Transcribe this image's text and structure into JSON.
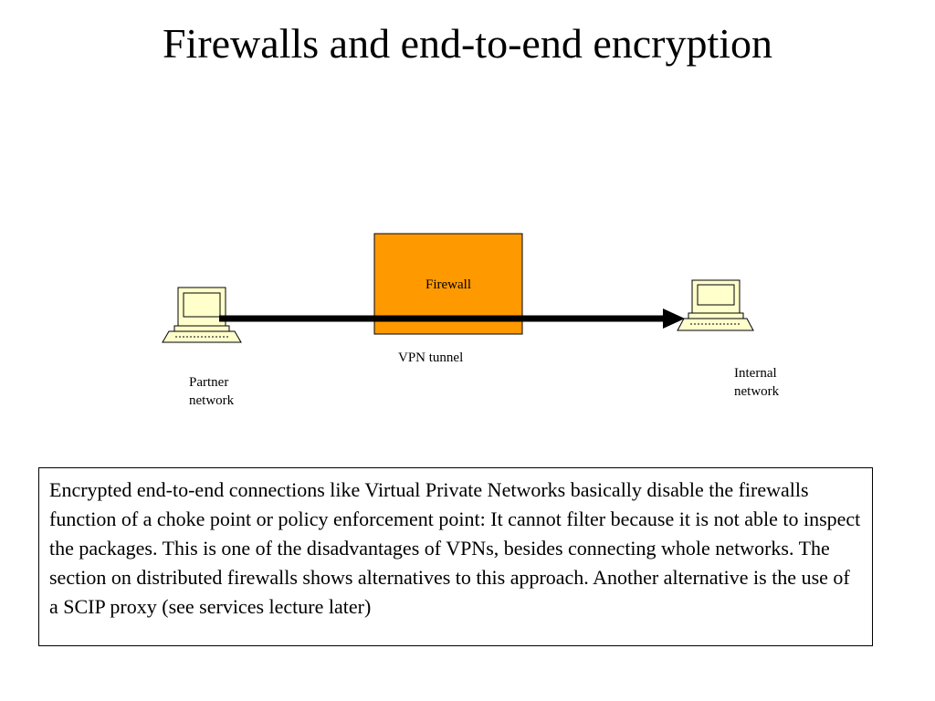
{
  "title": "Firewalls and end-to-end encryption",
  "diagram": {
    "firewall_label": "Firewall",
    "tunnel_label": "VPN tunnel",
    "left_host_label": "Partner\nnetwork",
    "right_host_label": "Internal\nnetwork",
    "firewall_color": "#FF9900",
    "computer_screen_color": "#FFFFCC",
    "icons": [
      "computer-icon",
      "computer-icon",
      "arrow-icon"
    ]
  },
  "note": "Encrypted end-to-end connections like Virtual Private Networks basically disable the firewalls function of a choke point or policy enforcement point: It cannot filter because it is not able to inspect the packages. This is one of the disadvantages of VPNs, besides connecting whole networks. The section on distributed firewalls shows alternatives to this approach. Another alternative is the use of a SCIP proxy (see services lecture later)"
}
